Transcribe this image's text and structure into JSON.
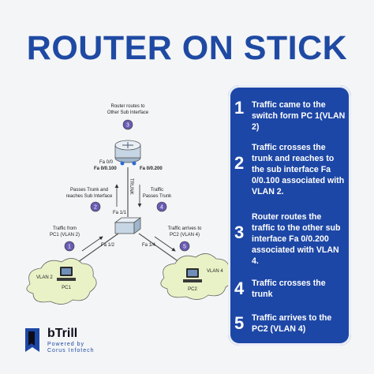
{
  "title": "ROUTER ON STICK",
  "diagram": {
    "router_caption_line1": "Router routes to",
    "router_caption_line2": "Other Sub Interface",
    "router_port_fa00": "Fa 0/0",
    "router_sub1": "Fa 0/0.100",
    "router_sub2": "Fa 0/0.200",
    "trunk_label": "TRUNK",
    "left_caption_line1": "Passes Trunk and",
    "left_caption_line2": "reaches Sub Interface",
    "right_caption_line1": "Traffic",
    "right_caption_line2": "Passes Trunk",
    "switch_port_top": "Fa 1/1",
    "switch_port_left": "Fa 1/2",
    "switch_port_right": "Fa 1/4",
    "pc1_caption_line1": "Traffic from",
    "pc1_caption_line2": "PC1 (VLAN 2)",
    "pc2_caption_line1": "Traffic arrives to",
    "pc2_caption_line2": "PC2 (VLAN 4)",
    "vlan_left": "VLAN 2",
    "vlan_right": "VLAN 4",
    "pc1_label": "PC1",
    "pc2_label": "PC2",
    "badges": [
      "1",
      "2",
      "3",
      "4",
      "5"
    ],
    "colors": {
      "accent": "#1d47a6",
      "badge": "#6a5bb3",
      "cloud": "#e9f2c6"
    }
  },
  "steps": [
    {
      "number": "1",
      "text": "Traffic came to the switch form PC 1(VLAN 2)"
    },
    {
      "number": "2",
      "text": "Traffic crosses the trunk and reaches to the sub interface Fa 0/0.100 associated with VLAN 2."
    },
    {
      "number": "3",
      "text": "Router routes the traffic to the other sub interface Fa 0/0.200 associated with VLAN 4."
    },
    {
      "number": "4",
      "text": "Traffic crosses the trunk"
    },
    {
      "number": "5",
      "text": "Traffic arrives to the PC2 (VLAN 4)"
    }
  ],
  "brand": {
    "name": "bTrill",
    "powered": "Powered by",
    "company": "Corus Infotech"
  }
}
